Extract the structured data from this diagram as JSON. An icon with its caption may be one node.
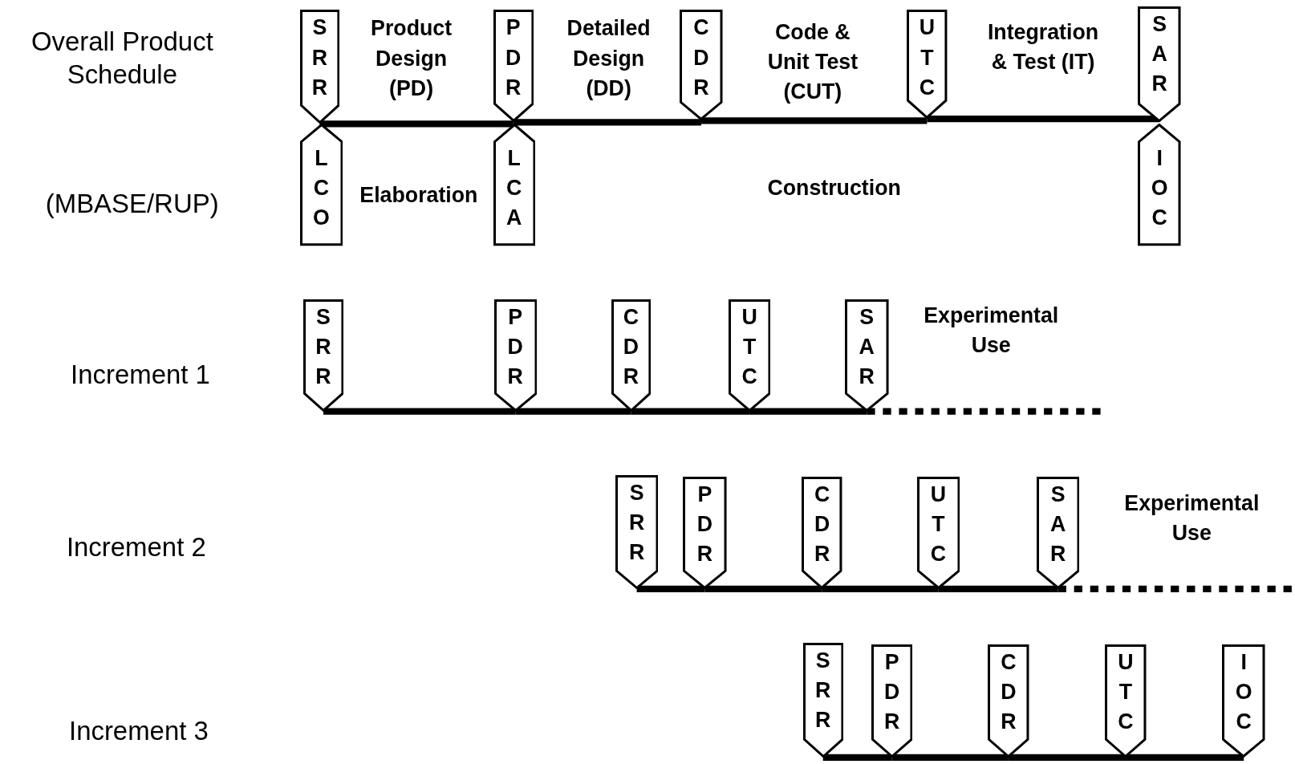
{
  "diagram": {
    "nodes": [
      {
        "text": [
          "S R R"
        ]
      },
      {
        "text": [
          "P D R"
        ]
      },
      {
        "text": [
          "C D R"
        ]
      },
      {
        "text": [
          "U T C"
        ]
      },
      {
        "text": [
          "S A R"
        ]
      },
      {
        "text": [
          "L C O"
        ]
      },
      {
        "text": [
          "L C A"
        ]
      },
      {
        "text": [
          "I O C"
        ]
      },
      {
        "text": [
          "S R R"
        ]
      },
      {
        "text": [
          "P D R"
        ]
      },
      {
        "text": [
          "C D R"
        ]
      },
      {
        "text": [
          "U T C"
        ]
      },
      {
        "text": [
          "S A R"
        ]
      },
      {
        "text": [
          "S R R"
        ]
      },
      {
        "text": [
          "P D R"
        ]
      },
      {
        "text": [
          "C D R"
        ]
      },
      {
        "text": [
          "U T C"
        ]
      },
      {
        "text": [
          "S A R"
        ]
      },
      {
        "text": [
          "S R R"
        ]
      },
      {
        "text": [
          "P D R"
        ]
      },
      {
        "text": [
          "C D R"
        ]
      },
      {
        "text": [
          "U T C"
        ]
      },
      {
        "text": [
          "I O C"
        ]
      }
    ],
    "edges": [
      {
        "from": 0,
        "to": 1,
        "arrow": "none"
      },
      {
        "from": 1,
        "to": 2,
        "arrow": "none"
      },
      {
        "from": 2,
        "to": 3,
        "arrow": "none"
      },
      {
        "from": 3,
        "to": 4,
        "arrow": "none"
      },
      {
        "from": 8,
        "to": 9,
        "arrow": "none"
      },
      {
        "from": 9,
        "to": 10,
        "arrow": "none"
      },
      {
        "from": 10,
        "to": 11,
        "arrow": "none"
      },
      {
        "from": 11,
        "to": 12,
        "arrow": "none"
      },
      {
        "from": 12,
        "to": null,
        "arrow": "none",
        "style": "dashed"
      },
      {
        "from": 13,
        "to": 14,
        "arrow": "none"
      },
      {
        "from": 14,
        "to": 15,
        "arrow": "none"
      },
      {
        "from": 15,
        "to": 16,
        "arrow": "none"
      },
      {
        "from": 16,
        "to": 17,
        "arrow": "none"
      },
      {
        "from": 17,
        "to": null,
        "arrow": "none",
        "style": "dashed"
      },
      {
        "from": 18,
        "to": 19,
        "arrow": "none"
      },
      {
        "from": 19,
        "to": 20,
        "arrow": "none"
      },
      {
        "from": 20,
        "to": 21,
        "arrow": "none"
      },
      {
        "from": 21,
        "to": 22,
        "arrow": "none"
      }
    ],
    "labels": [
      "Overall Product Schedule",
      "Product Design (PD)",
      "Detailed Design (DD)",
      "Code & Unit Test (CUT)",
      "Integration & Test (IT)",
      "(MBASE/RUP)",
      "Elaboration",
      "Construction",
      "Experimental Use",
      "Increment 1",
      "Experimental Use",
      "Increment 2",
      "Increment 3"
    ]
  }
}
